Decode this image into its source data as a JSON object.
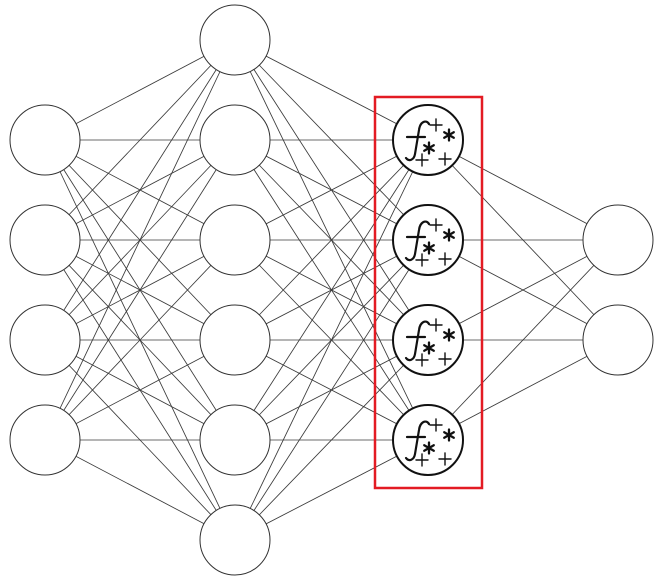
{
  "diagram": {
    "layers": [
      {
        "name": "input-layer",
        "neurons": 4,
        "special": false
      },
      {
        "name": "hidden-layer-1",
        "neurons": 6,
        "special": false
      },
      {
        "name": "hidden-layer-2",
        "neurons": 4,
        "special": true
      },
      {
        "name": "output-layer",
        "neurons": 2,
        "special": false
      }
    ],
    "connectivity": "fully-connected",
    "highlighted_layer": "hidden-layer-2",
    "special_neuron_icon": "function-with-operators-icon",
    "colors": {
      "highlight": "#e31b23",
      "edge": "#3a3a3a",
      "neuron_stroke": "#333333",
      "neuron_fill": "#ffffff"
    }
  }
}
